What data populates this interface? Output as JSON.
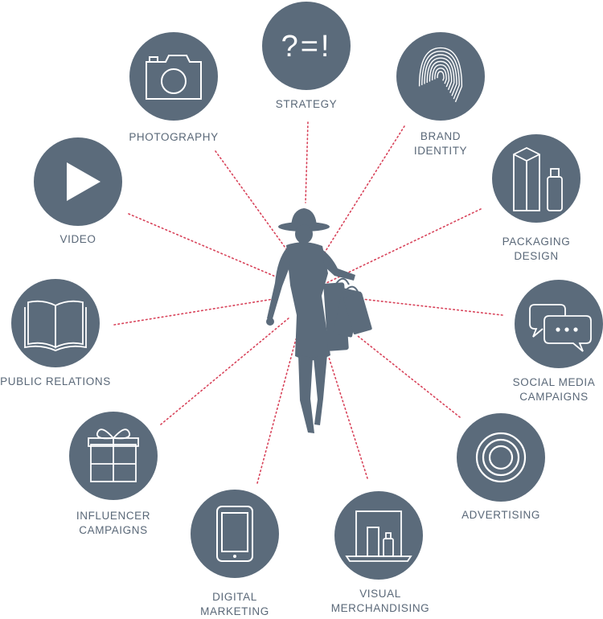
{
  "colors": {
    "circle": "#5b6b7b",
    "figure": "#5b6b7b",
    "connector": "#d8435a",
    "label": "#5a6878",
    "icon_stroke": "#ffffff"
  },
  "figure": {
    "name": "woman-with-shopping-bags-silhouette"
  },
  "nodes": [
    {
      "id": "strategy",
      "icon": "question-equals-exclamation-icon",
      "icon_text": "?=!",
      "label": [
        "STRATEGY"
      ]
    },
    {
      "id": "brand-identity",
      "icon": "fingerprint-icon",
      "label": [
        "BRAND",
        "IDENTITY"
      ]
    },
    {
      "id": "packaging-design",
      "icon": "box-and-bottle-icon",
      "label": [
        "PACKAGING",
        "DESIGN"
      ]
    },
    {
      "id": "social-media-campaigns",
      "icon": "chat-bubbles-icon",
      "label": [
        "SOCIAL MEDIA",
        "CAMPAIGNS"
      ]
    },
    {
      "id": "advertising",
      "icon": "target-icon",
      "label": [
        "ADVERTISING"
      ]
    },
    {
      "id": "visual-merchandising",
      "icon": "display-shelf-icon",
      "label": [
        "VISUAL",
        "MERCHANDISING"
      ]
    },
    {
      "id": "digital-marketing",
      "icon": "tablet-icon",
      "label": [
        "DIGITAL",
        "MARKETING"
      ]
    },
    {
      "id": "influencer-campaigns",
      "icon": "gift-icon",
      "label": [
        "INFLUENCER",
        "CAMPAIGNS"
      ]
    },
    {
      "id": "public-relations",
      "icon": "open-book-icon",
      "label": [
        "PUBLIC RELATIONS"
      ]
    },
    {
      "id": "video",
      "icon": "play-icon",
      "label": [
        "VIDEO"
      ]
    },
    {
      "id": "photography",
      "icon": "camera-icon",
      "label": [
        "PHOTOGRAPHY"
      ]
    }
  ]
}
